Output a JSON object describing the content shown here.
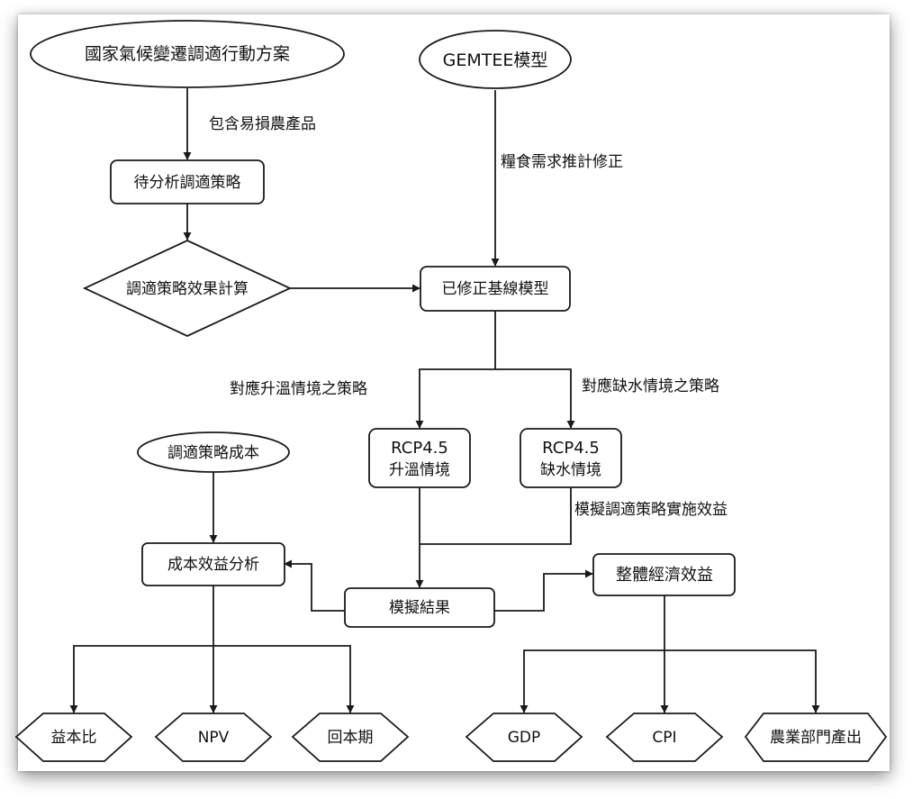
{
  "nodes": {
    "national_plan": "國家氣候變遷調適行動方案",
    "gemtee": "GEMTEE模型",
    "pending_strategy": "待分析調適策略",
    "effect_calc": "調適策略效果計算",
    "baseline": "已修正基線模型",
    "rcp_warm_1": "RCP4.5",
    "rcp_warm_2": "升溫情境",
    "rcp_dry_1": "RCP4.5",
    "rcp_dry_2": "缺水情境",
    "strategy_cost": "調適策略成本",
    "cba": "成本效益分析",
    "sim_result": "模擬結果",
    "overall_econ": "整體經濟效益",
    "bcr": "益本比",
    "npv": "NPV",
    "payback": "回本期",
    "gdp": "GDP",
    "cpi": "CPI",
    "agri_output": "農業部門產出"
  },
  "edges": {
    "vulnerable_products": "包含易損農產品",
    "food_demand": "糧食需求推計修正",
    "warm_strategy": "對應升溫情境之策略",
    "dry_strategy": "對應缺水情境之策略",
    "simulate_benefit": "模擬調適策略實施效益"
  }
}
